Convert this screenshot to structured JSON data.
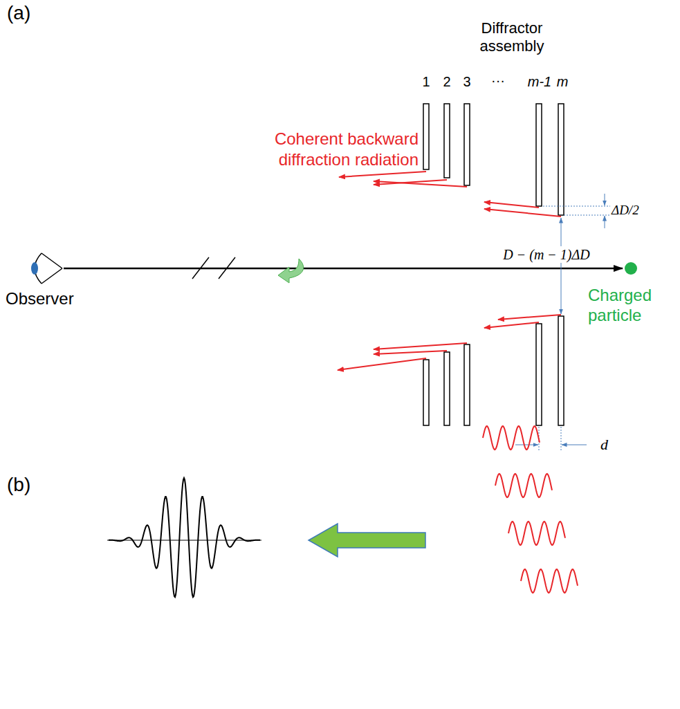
{
  "diagram": {
    "labels": [
      "(a)",
      "Diffractor assembly",
      "1",
      "2",
      "3",
      "···",
      "m-1",
      "m",
      "Coherent backward diffraction radiation",
      "ΔD/2",
      "D − (m − 1)ΔD",
      "Observer",
      "Charged particle",
      "d",
      "(b)"
    ]
  }
}
